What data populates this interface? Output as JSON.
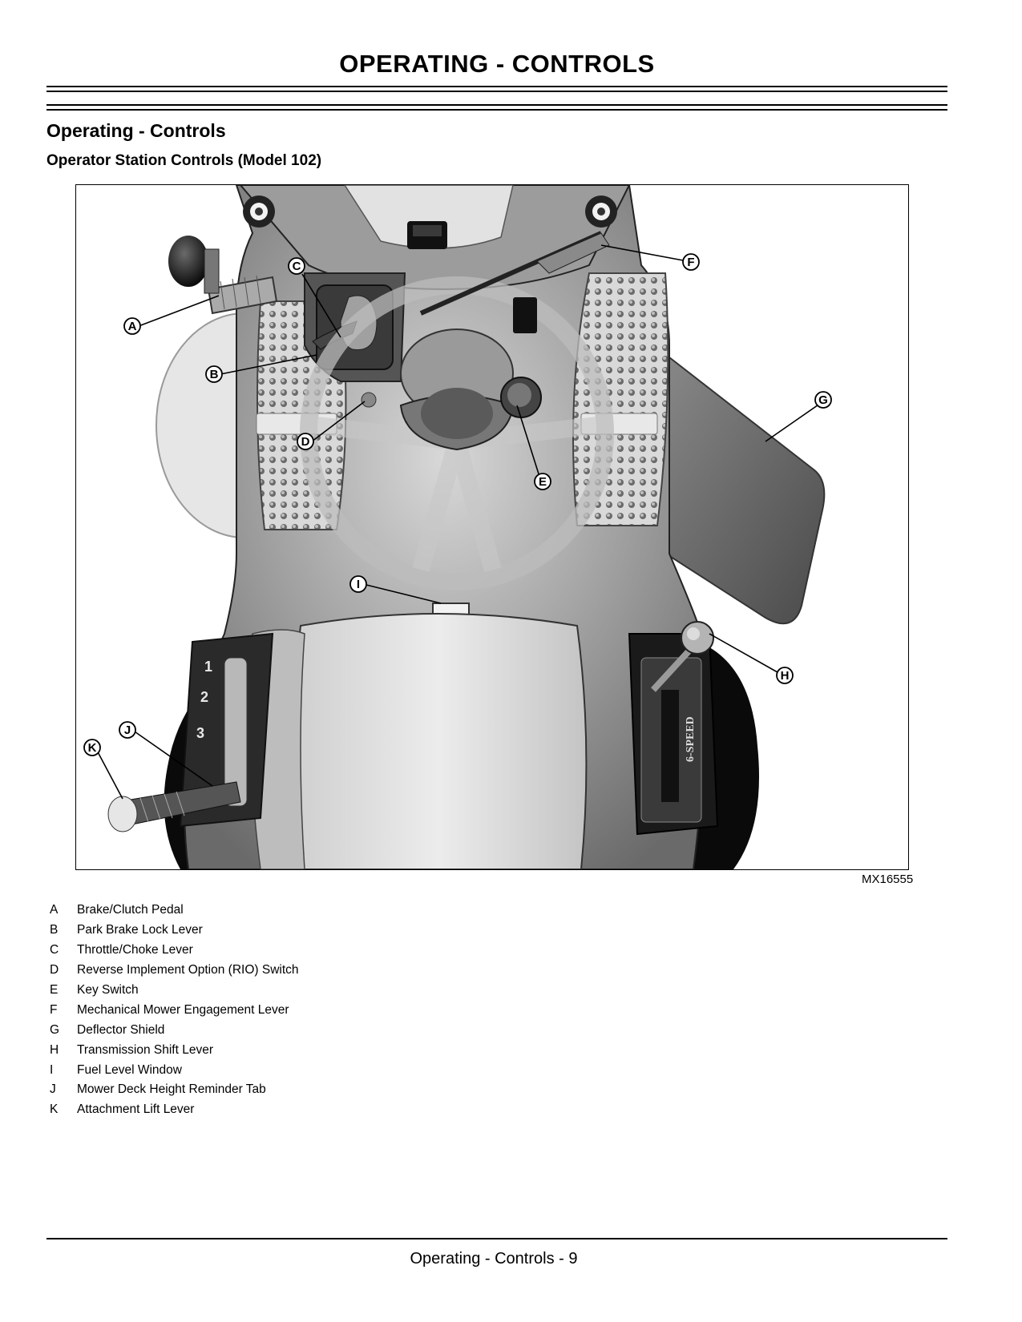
{
  "header": {
    "title": "OPERATING - CONTROLS"
  },
  "section": {
    "title": "Operating - Controls",
    "subtitle": "Operator Station Controls (Model 102)"
  },
  "figure": {
    "id": "MX16555",
    "callouts": [
      "A",
      "B",
      "C",
      "D",
      "E",
      "F",
      "G",
      "H",
      "I",
      "J",
      "K"
    ],
    "gear_labels": [
      "1",
      "2",
      "3"
    ],
    "speed_label": "6-SPEED"
  },
  "legend": [
    {
      "letter": "A",
      "text": "Brake/Clutch Pedal"
    },
    {
      "letter": "B",
      "text": "Park Brake Lock Lever"
    },
    {
      "letter": "C",
      "text": "Throttle/Choke Lever"
    },
    {
      "letter": "D",
      "text": "Reverse Implement Option (RIO) Switch"
    },
    {
      "letter": "E",
      "text": "Key Switch"
    },
    {
      "letter": "F",
      "text": "Mechanical Mower Engagement Lever"
    },
    {
      "letter": "G",
      "text": "Deflector Shield"
    },
    {
      "letter": "H",
      "text": "Transmission Shift Lever"
    },
    {
      "letter": "I",
      "text": "Fuel Level Window"
    },
    {
      "letter": "J",
      "text": "Mower Deck Height Reminder Tab"
    },
    {
      "letter": "K",
      "text": "Attachment Lift Lever"
    }
  ],
  "footer": {
    "text": "Operating - Controls - 9"
  }
}
